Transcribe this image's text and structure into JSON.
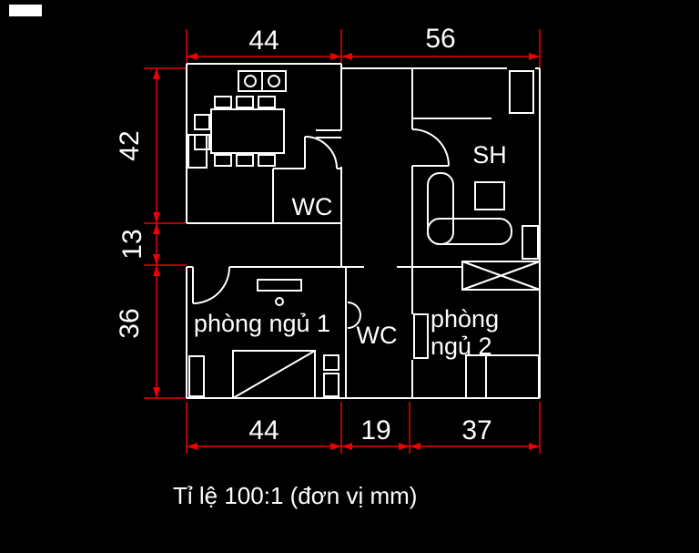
{
  "viewport": {
    "background": "#000000"
  },
  "colors": {
    "wall": "#ffffff",
    "dimension": "#ee0000",
    "text": "#ffffff"
  },
  "dimensions": {
    "top": [
      "44",
      "56"
    ],
    "left": [
      "42",
      "13",
      "36"
    ],
    "bottom": [
      "44",
      "19",
      "37"
    ]
  },
  "labels": {
    "wc_top": "WC",
    "living": "SH",
    "bedroom1": "phòng ngủ 1",
    "wc_bottom": "WC",
    "bedroom2_line1": "phòng",
    "bedroom2_line2": "ngủ 2"
  },
  "caption": "Tỉ lệ 100:1 (đơn vị mm)"
}
